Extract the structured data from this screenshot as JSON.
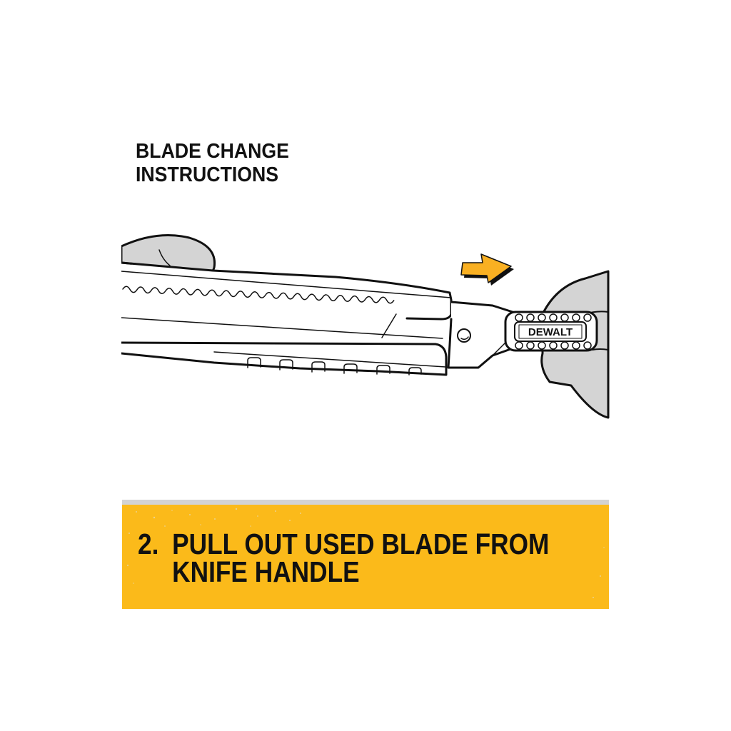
{
  "title": {
    "line1": "BLADE CHANGE",
    "line2": "INSTRUCTIONS"
  },
  "illustration": {
    "description": "Hands pulling used snap-off blade out of utility knife handle",
    "brand_label": "DEWALT",
    "arrow_direction": "right",
    "icons": [
      "left-hand-icon",
      "right-hand-icon",
      "knife-handle-icon",
      "blade-icon",
      "direction-arrow-icon"
    ]
  },
  "step": {
    "number": "2.",
    "line1": "PULL OUT USED BLADE FROM",
    "line2": "KNIFE HANDLE"
  },
  "colors": {
    "banner": "#fbba1a",
    "banner_top_rule": "#d3d3d3",
    "glove": "#d4d4d4",
    "arrow": "#f9b022",
    "text": "#111111"
  }
}
